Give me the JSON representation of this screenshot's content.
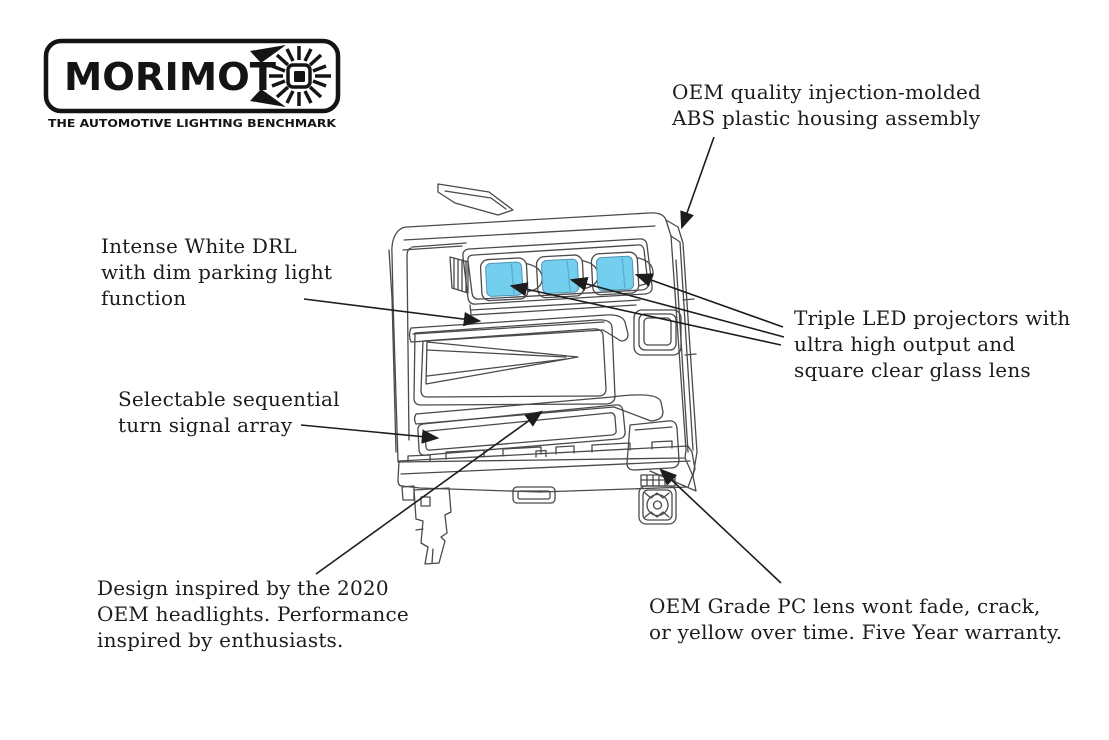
{
  "logo": {
    "brand": "MORIMOTO",
    "brand_display": "MORIMOT",
    "tagline": "THE AUTOMOTIVE LIGHTING BENCHMARK"
  },
  "annotations": {
    "housing": {
      "text": "OEM quality injection-molded\nABS plastic housing assembly"
    },
    "drl": {
      "text": "Intense White DRL\nwith dim parking light\nfunction"
    },
    "projectors": {
      "text": "Triple LED projectors with\nultra high output and\nsquare clear glass lens"
    },
    "turn_signal": {
      "text": "Selectable sequential\nturn signal array"
    },
    "design": {
      "text": "Design inspired by the 2020\nOEM headlights. Performance\ninspired by enthusiasts."
    },
    "lens": {
      "text": "OEM Grade PC lens wont fade, crack,\nor yellow over time. Five Year warranty."
    }
  },
  "illustration": {
    "subject": "LED truck headlight line-art with triple projectors",
    "projector_count": 3,
    "lens_color": "#74cfee"
  },
  "colors": {
    "background": "#ffffff",
    "drawing_line": "#4a4a4c",
    "callout_line": "#1e1b1c",
    "text": "#1c1c1c",
    "logo": "#141414",
    "projector_lens": "#74cfee"
  }
}
